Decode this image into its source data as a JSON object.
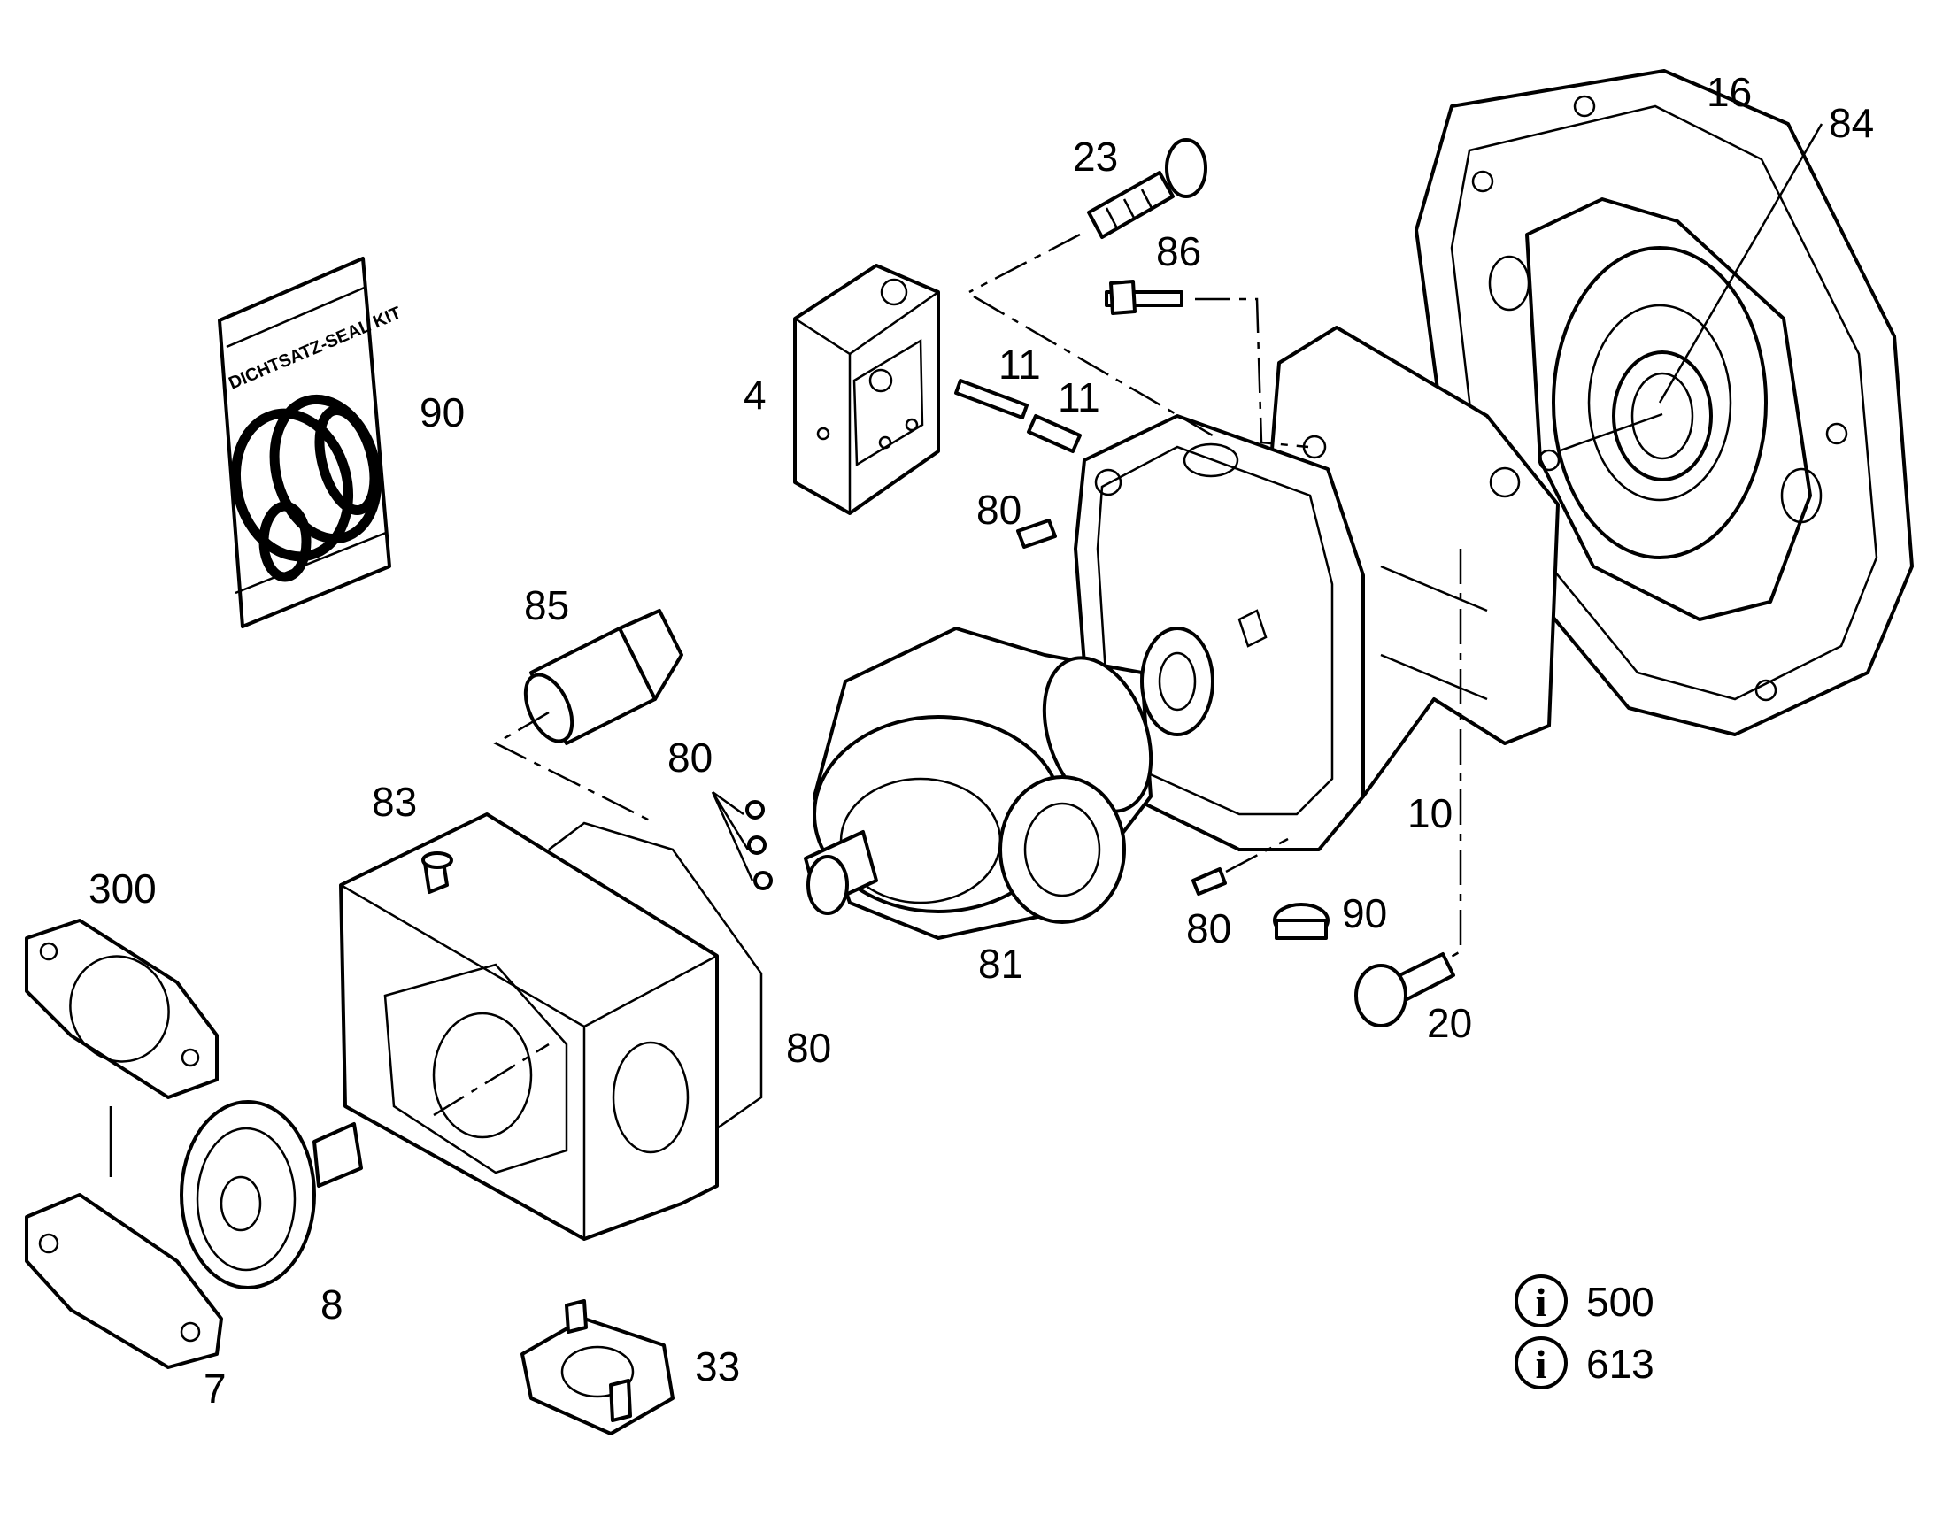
{
  "seal_kit_text": "DICHTSATZ-SEAL KIT",
  "labels": {
    "p16": "16",
    "p84": "84",
    "p23": "23",
    "p86": "86",
    "p90_kit": "90",
    "p4": "4",
    "p11_a": "11",
    "p11_b": "11",
    "p80_a": "80",
    "p85": "85",
    "p80_b": "80",
    "p83": "83",
    "p10": "10",
    "p80_c": "80",
    "p90_plug": "90",
    "p81": "81",
    "p20": "20",
    "p80_d": "80",
    "p300": "300",
    "p8": "8",
    "p7": "7",
    "p33": "33"
  },
  "info_refs": [
    "500",
    "613"
  ],
  "info_icon_glyph": "i"
}
